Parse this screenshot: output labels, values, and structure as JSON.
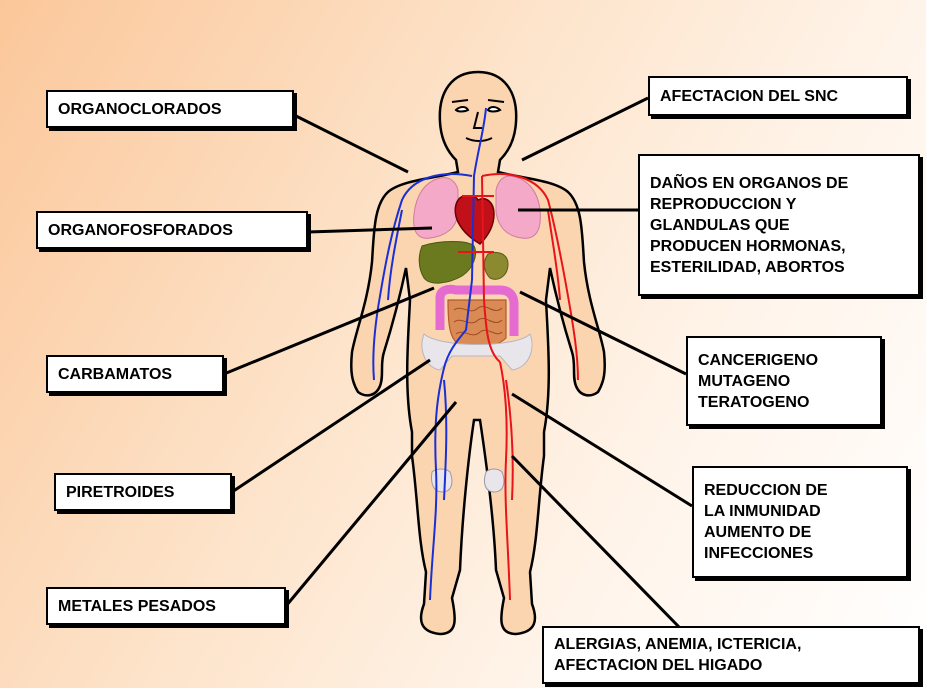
{
  "left_labels": [
    {
      "text": "ORGANOCLORADOS"
    },
    {
      "text": "ORGANOFOSFORADOS"
    },
    {
      "text": "CARBAMATOS"
    },
    {
      "text": "PIRETROIDES"
    },
    {
      "text": "METALES PESADOS"
    }
  ],
  "right_labels": [
    {
      "lines": [
        "AFECTACION DEL SNC"
      ]
    },
    {
      "lines": [
        "DAÑOS EN ORGANOS DE",
        "REPRODUCCION Y",
        "GLANDULAS QUE",
        "PRODUCEN HORMONAS,",
        "ESTERILIDAD, ABORTOS"
      ]
    },
    {
      "lines": [
        "CANCERIGENO",
        "MUTAGENO",
        "TERATOGENO"
      ]
    },
    {
      "lines": [
        "REDUCCION DE",
        "LA INMUNIDAD",
        "AUMENTO DE",
        "INFECCIONES"
      ]
    },
    {
      "lines": [
        "ALERGIAS, ANEMIA, ICTERICIA,",
        "AFECTACION DEL HIGADO"
      ]
    }
  ],
  "colors": {
    "skin": "#fbd5b0",
    "outline": "#000000",
    "veins": "#1a2fd6",
    "arteries": "#e8141a",
    "lungs": "#f5a9c8",
    "heart": "#c0101a",
    "liver": "#6b7a1e",
    "intestine": "#e66bd0"
  }
}
